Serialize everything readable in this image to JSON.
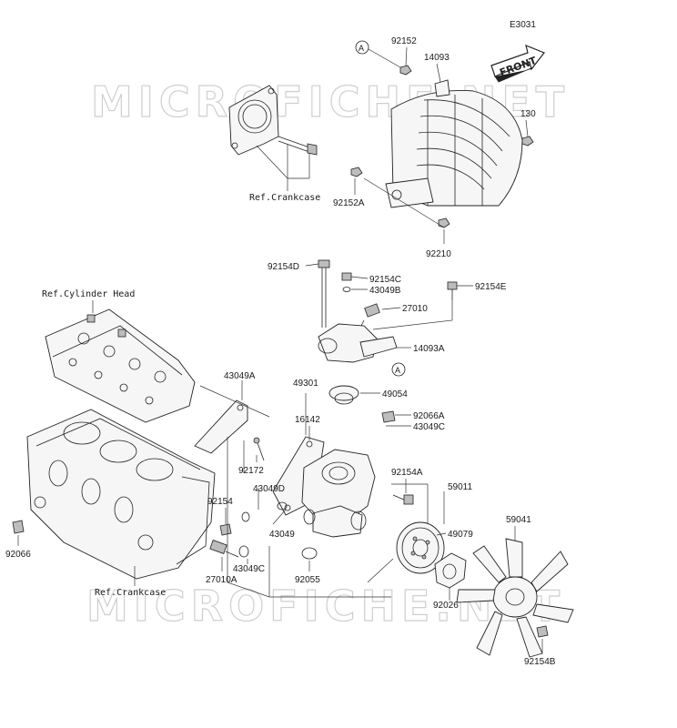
{
  "diagram_code": "E3031",
  "front_label": "FRONT",
  "watermark": "MICROFICHE.NET",
  "callouts": {
    "ref_a_top": "A",
    "ref_a_mid": "A",
    "p92152": "92152",
    "p14093": "14093",
    "p130": "130",
    "ref_crankcase_top": "Ref.Crankcase",
    "p92152A": "92152A",
    "p92210": "92210",
    "p92154D": "92154D",
    "p92154C": "92154C",
    "p43049B": "43049B",
    "p92154E": "92154E",
    "p27010": "27010",
    "p14093A": "14093A",
    "ref_cylinder_head": "Ref.Cylinder Head",
    "p43049A": "43049A",
    "p49301": "49301",
    "p49054": "49054",
    "p16142": "16142",
    "p92066A": "92066A",
    "p43049C_top": "43049C",
    "p92172": "92172",
    "p92154A": "92154A",
    "p43049D": "43049D",
    "p59011": "59011",
    "p92154": "92154",
    "p49079": "49079",
    "p59041": "59041",
    "p43049": "43049",
    "p92066": "92066",
    "p43049C_bot": "43049C",
    "p27010A": "27010A",
    "p92055": "92055",
    "p92026": "92026",
    "ref_crankcase_bottom": "Ref.Crankcase",
    "p92154B": "92154B"
  }
}
